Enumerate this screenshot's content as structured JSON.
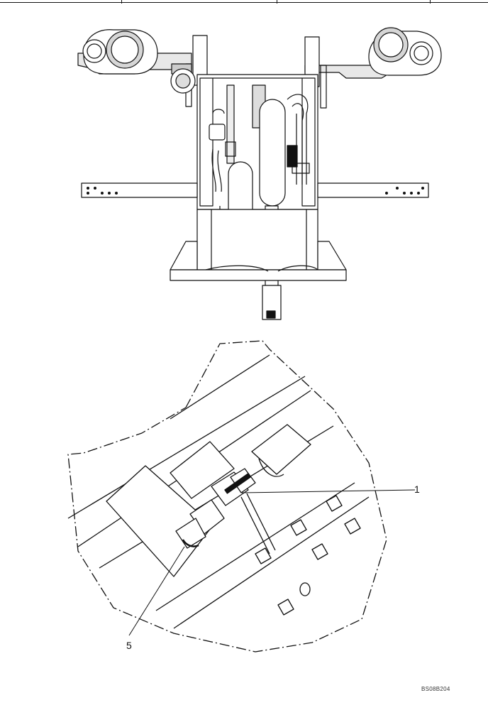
{
  "callouts": {
    "item_1": "1",
    "item_5": "5"
  },
  "figure_code": "BS08B204",
  "colors": {
    "line": "#111111",
    "background": "#ffffff"
  },
  "icons": {
    "top_view": "hydraulic-frame-assembly-drawing",
    "detail_view": "fitting-detail-drawing"
  }
}
